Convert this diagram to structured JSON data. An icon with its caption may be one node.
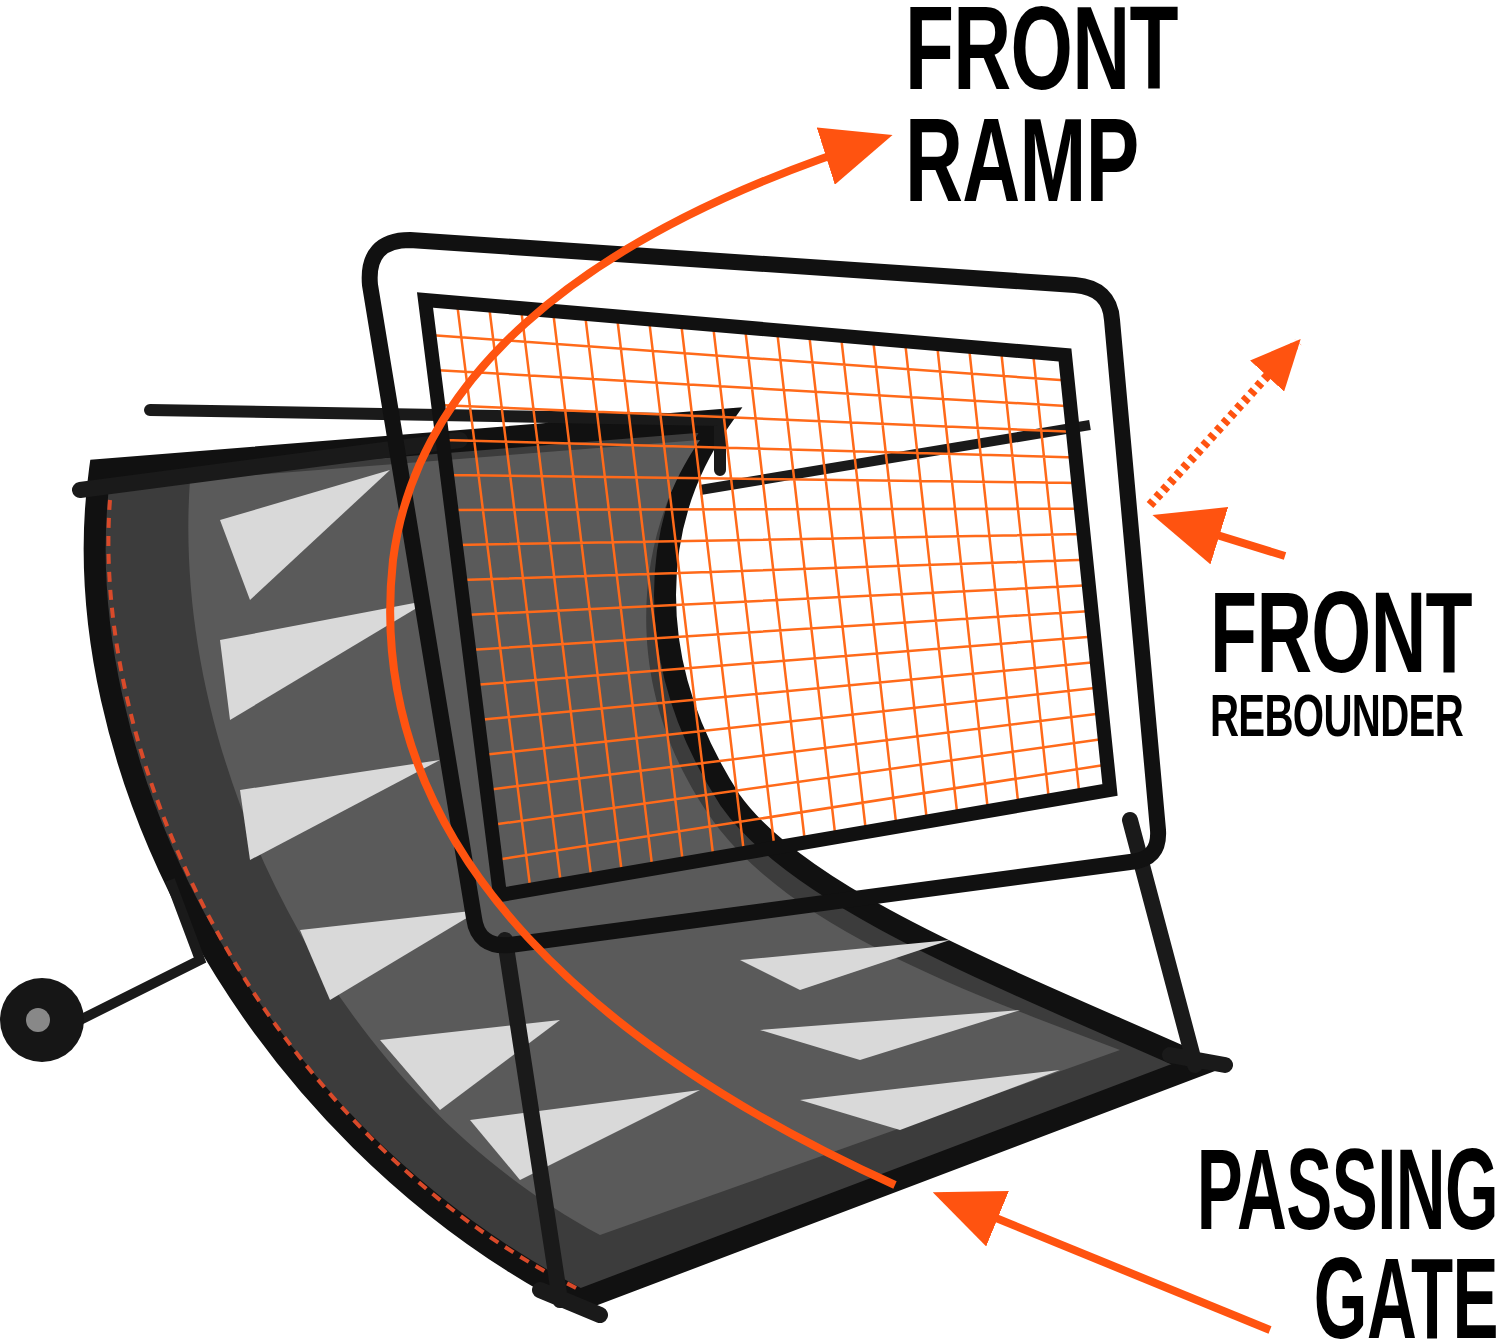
{
  "diagram": {
    "nodes": [
      {
        "text": [
          "FRONT RAMP"
        ]
      },
      {
        "text": [
          "FRONT",
          "REBOUNDER"
        ]
      },
      {
        "text": [
          "PASSING GATE"
        ]
      },
      {
        "text": [],
        "shape": "picture"
      }
    ],
    "edges": [
      {
        "from": 3,
        "to": 0,
        "arrow": "to"
      },
      {
        "from": 1,
        "to": 3,
        "arrow": "to"
      },
      {
        "from": 3,
        "to": null,
        "arrow": "to",
        "style": "dashed"
      },
      {
        "from": 2,
        "to": 3,
        "arrow": "to"
      }
    ]
  }
}
